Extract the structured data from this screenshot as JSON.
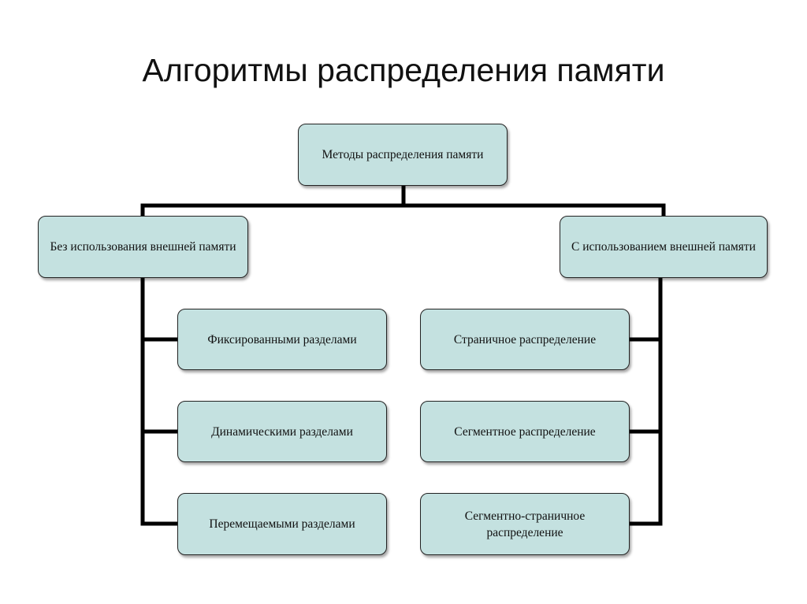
{
  "title": "Алгоритмы распределения памяти",
  "root": {
    "label": "Методы распределения памяти"
  },
  "left": {
    "label": "Без использования внешней памяти",
    "children": [
      "Фиксированными разделами",
      "Динамическими разделами",
      "Перемещаемыми разделами"
    ]
  },
  "right": {
    "label": "С использованием внешней памяти",
    "children": [
      "Страничное распределение",
      "Сегментное распределение",
      "Сегментно-страничное распределение"
    ]
  },
  "colors": {
    "box_fill": "#c4e1e0",
    "line": "#000000"
  }
}
